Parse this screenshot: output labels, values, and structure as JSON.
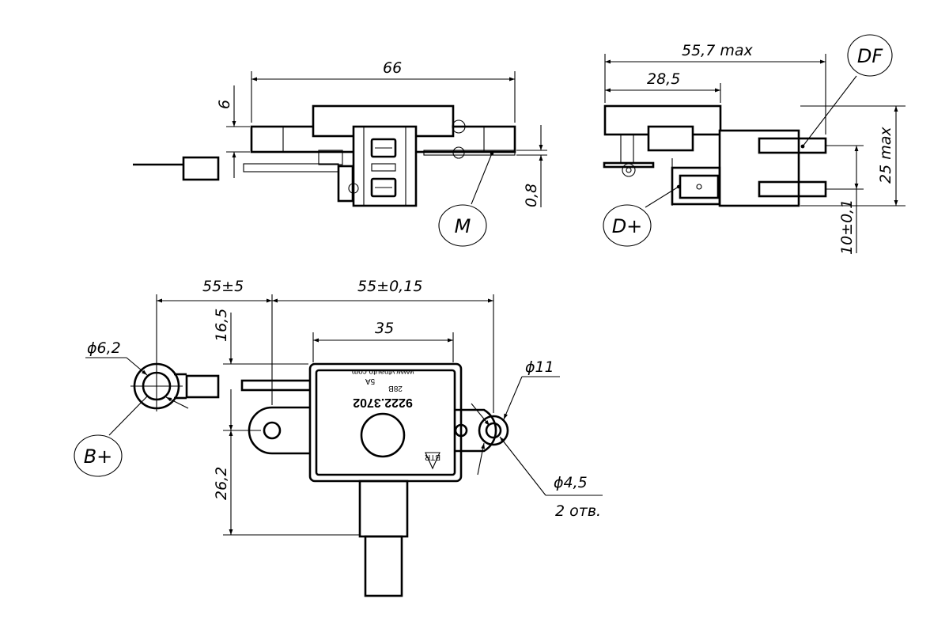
{
  "dimensions": {
    "overall_length": "66",
    "height_6": "6",
    "plate_0_8": "0,8",
    "max_length": "55,7 max",
    "dim_28_5": "28,5",
    "max_height": "25 max",
    "dim_10": "10±0,1",
    "lead_length": "55±5",
    "hole_spacing": "55±0,15",
    "body_width": "35",
    "dim_16_5": "16,5",
    "dim_26_2": "26,2",
    "diam_6_2": "ϕ6,2",
    "diam_11": "ϕ11",
    "diam_4_5": "ϕ4,5",
    "holes_count": "2 отв."
  },
  "callouts": {
    "m": "M",
    "df": "DF",
    "d_plus": "D+",
    "b_plus": "B+"
  },
  "label": {
    "part_number": "9222.3702",
    "voltage": "28В",
    "current": "5A",
    "website": "www.vtnauto.com",
    "logo": "BTR"
  }
}
